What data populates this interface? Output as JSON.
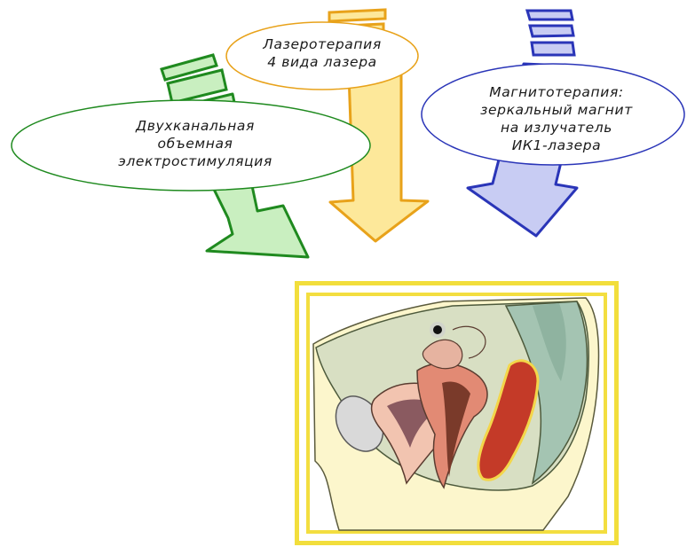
{
  "diagram": {
    "ovals": {
      "left": {
        "lines": [
          "Двухканальная",
          "объемная",
          "электростимуляция"
        ],
        "color": "#1f8a1f",
        "fill": "#c9efc0"
      },
      "middle": {
        "lines": [
          "Лазеротерапия",
          "4 вида лазера"
        ],
        "color": "#e8a21a",
        "fill": "#fde89a"
      },
      "right": {
        "lines": [
          "Магнитотерапия:",
          "зеркальный магнит",
          "на излучатель",
          "ИК1-лазера"
        ],
        "color": "#2a35b8",
        "fill": "#c8ccf3"
      }
    },
    "anatomy": {
      "frame_color": "#f2de3c",
      "icon": "pelvic-anatomy-cross-section"
    }
  }
}
